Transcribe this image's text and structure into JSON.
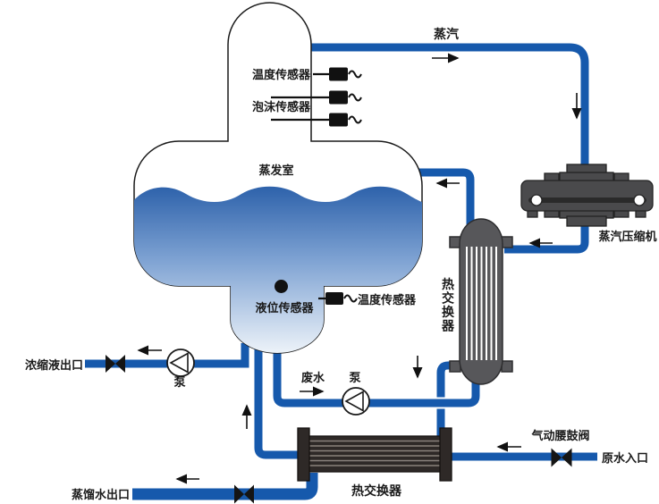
{
  "diagram": {
    "title_hint": "MVR evaporator process flow diagram",
    "labels": {
      "steam": "蒸汽",
      "temp_sensor_top": "温度传感器",
      "foam_sensor": "泡沫传感器",
      "evaporator": "蒸发室",
      "level_sensor": "液位传感器",
      "temp_sensor_bottom": "温度传感器",
      "compressor": "蒸汽压缩机",
      "hx_vertical": "热交换器",
      "waste_water": "废水",
      "pump_waste": "泵",
      "concentrate_outlet": "浓缩液出口",
      "pump_concentrate": "泵",
      "distilled_outlet": "蒸馏水出口",
      "hx_horizontal": "热交换器",
      "pneumatic_valve": "气动腰鼓阀",
      "raw_water_inlet": "原水入口"
    },
    "colors": {
      "pipe_blue": "#1659ac",
      "machine_gray": "#4a4a4c",
      "exchanger_dark": "#2e2927",
      "water_top": "#2a5fa9",
      "water_bottom": "#f0f5fa",
      "text": "#1a1a1a"
    }
  }
}
